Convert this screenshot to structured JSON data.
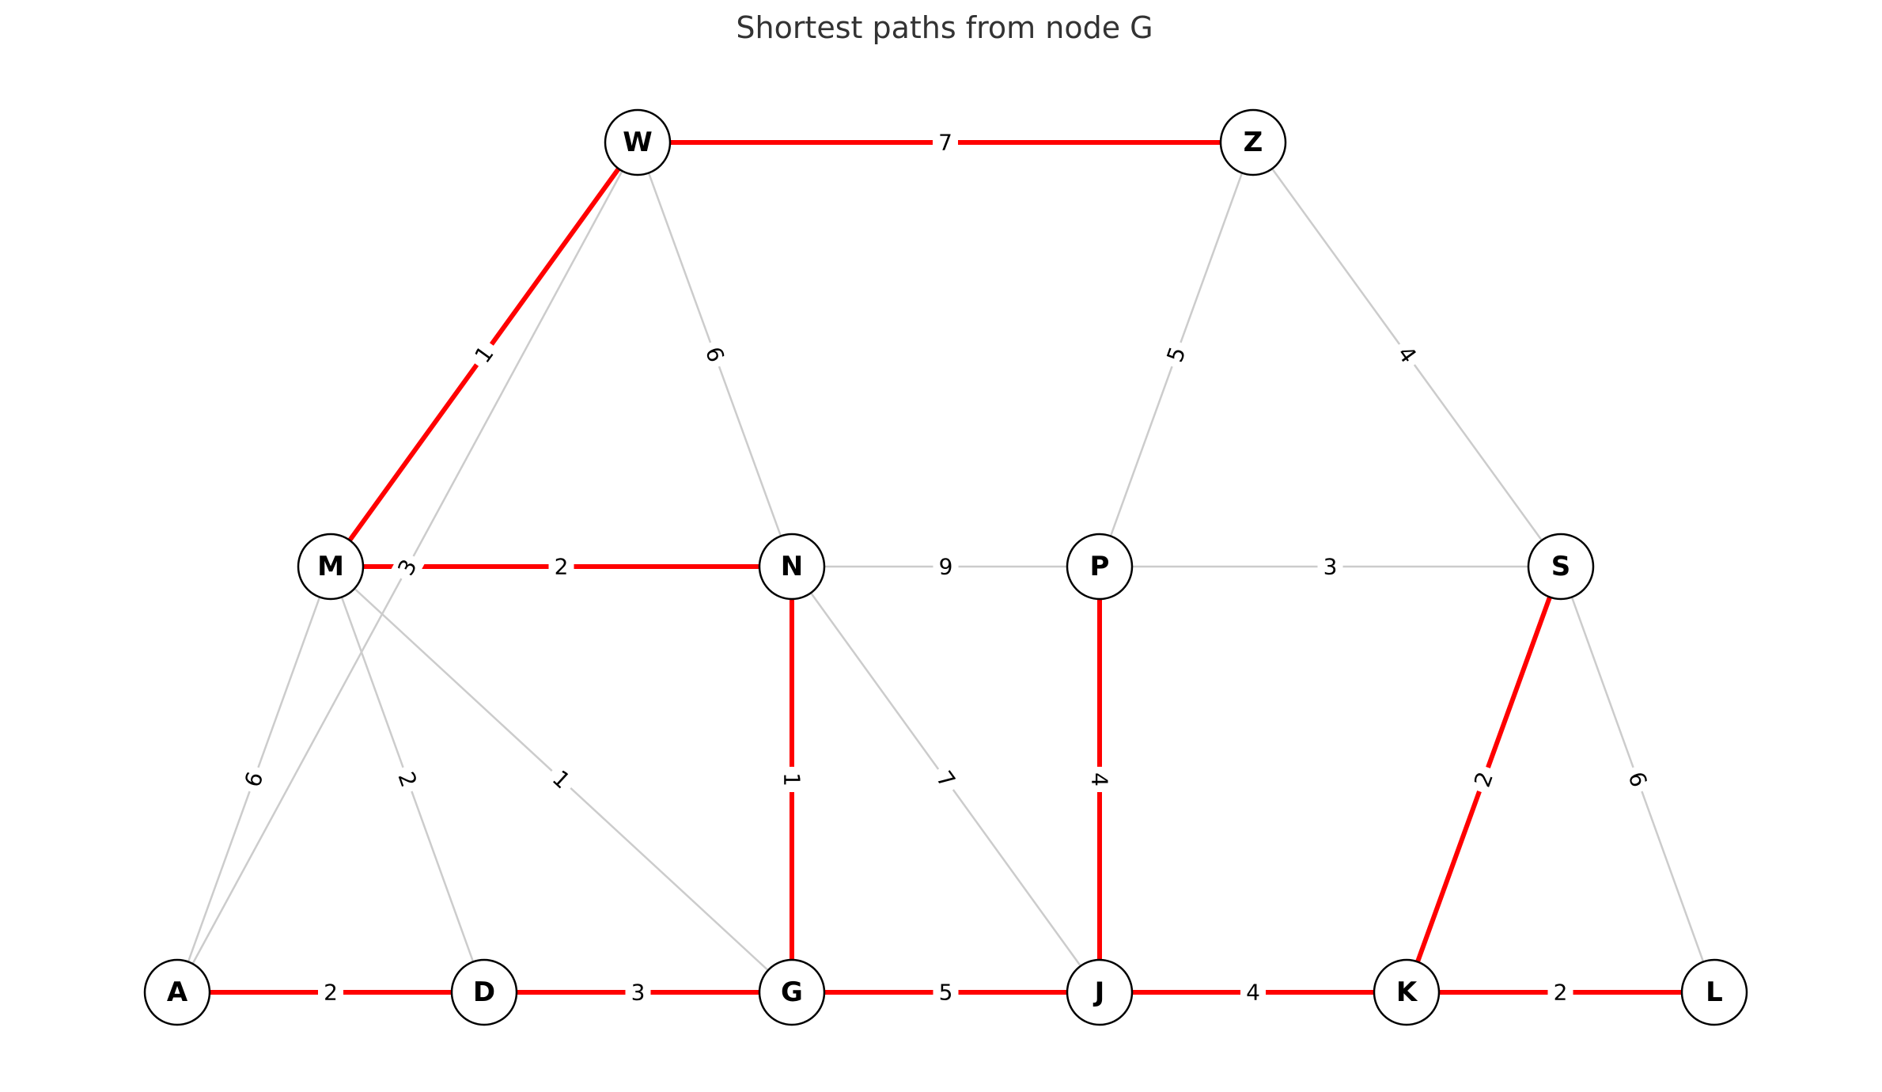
{
  "title": "Shortest paths from node G",
  "source_node": "G",
  "colors": {
    "path_edge": "#ff0000",
    "other_edge": "#cccccc",
    "node_fill": "#ffffff",
    "node_stroke": "#000000"
  },
  "nodes": [
    {
      "id": "W"
    },
    {
      "id": "Z"
    },
    {
      "id": "M"
    },
    {
      "id": "N"
    },
    {
      "id": "P"
    },
    {
      "id": "S"
    },
    {
      "id": "A"
    },
    {
      "id": "D"
    },
    {
      "id": "G"
    },
    {
      "id": "J"
    },
    {
      "id": "K"
    },
    {
      "id": "L"
    }
  ],
  "edges": [
    {
      "from": "W",
      "to": "Z",
      "weight": "7",
      "on_path": true
    },
    {
      "from": "W",
      "to": "M",
      "weight": "1",
      "on_path": true
    },
    {
      "from": "W",
      "to": "N",
      "weight": "6",
      "on_path": false
    },
    {
      "from": "W",
      "to": "A",
      "weight": "3",
      "on_path": false
    },
    {
      "from": "Z",
      "to": "P",
      "weight": "5",
      "on_path": false
    },
    {
      "from": "Z",
      "to": "S",
      "weight": "4",
      "on_path": false
    },
    {
      "from": "M",
      "to": "N",
      "weight": "2",
      "on_path": true
    },
    {
      "from": "M",
      "to": "A",
      "weight": "6",
      "on_path": false
    },
    {
      "from": "M",
      "to": "D",
      "weight": "2",
      "on_path": false
    },
    {
      "from": "M",
      "to": "G",
      "weight": "1",
      "on_path": false
    },
    {
      "from": "N",
      "to": "P",
      "weight": "9",
      "on_path": false
    },
    {
      "from": "N",
      "to": "G",
      "weight": "1",
      "on_path": true
    },
    {
      "from": "N",
      "to": "J",
      "weight": "7",
      "on_path": false
    },
    {
      "from": "P",
      "to": "S",
      "weight": "3",
      "on_path": false
    },
    {
      "from": "P",
      "to": "J",
      "weight": "4",
      "on_path": true
    },
    {
      "from": "S",
      "to": "K",
      "weight": "2",
      "on_path": true
    },
    {
      "from": "S",
      "to": "L",
      "weight": "6",
      "on_path": false
    },
    {
      "from": "A",
      "to": "D",
      "weight": "2",
      "on_path": true
    },
    {
      "from": "D",
      "to": "G",
      "weight": "3",
      "on_path": true
    },
    {
      "from": "G",
      "to": "J",
      "weight": "5",
      "on_path": true
    },
    {
      "from": "J",
      "to": "K",
      "weight": "4",
      "on_path": true
    },
    {
      "from": "K",
      "to": "L",
      "weight": "2",
      "on_path": true
    }
  ]
}
